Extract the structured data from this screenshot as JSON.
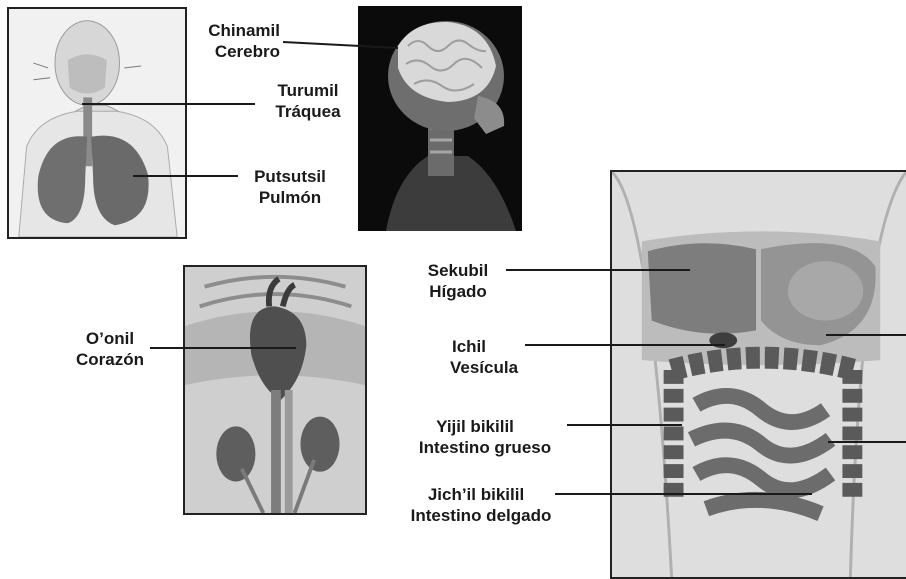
{
  "labels": {
    "cerebro": {
      "tzotzil": "Chinamil",
      "spanish": "Cerebro"
    },
    "traquea": {
      "tzotzil": "Turumil",
      "spanish": "Tráquea"
    },
    "pulmon": {
      "tzotzil": "Putsutsil",
      "spanish": "Pulmón"
    },
    "corazon": {
      "tzotzil": "O’onil",
      "spanish": "Corazón"
    },
    "higado": {
      "tzotzil": "Sekubil",
      "spanish": "Hígado"
    },
    "vesicula": {
      "tzotzil": "Ichil",
      "spanish": "Vesícula"
    },
    "intestino_grueso": {
      "tzotzil": "Yijil bikilil",
      "spanish": "Intestino grueso"
    },
    "intestino_delgado": {
      "tzotzil": "Jich’il bikilil",
      "spanish": "Intestino delgado"
    }
  }
}
